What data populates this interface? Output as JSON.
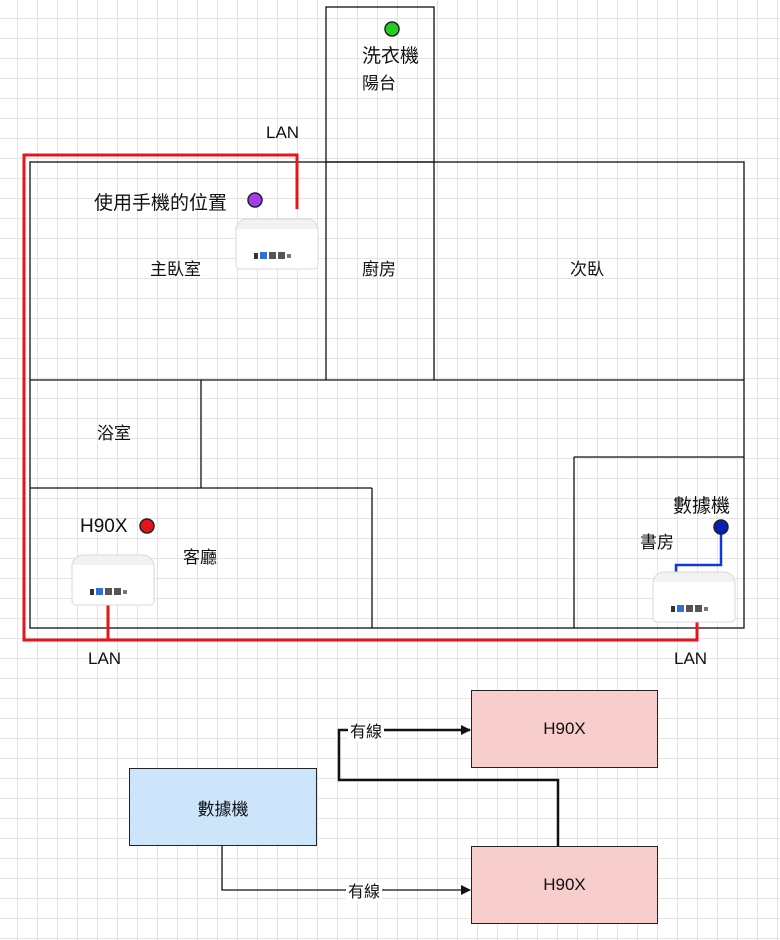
{
  "rooms": {
    "balcony_line1": "洗衣機",
    "balcony_line2": "陽台",
    "master_bedroom": "主臥室",
    "kitchen": "廚房",
    "second_bedroom": "次臥",
    "bathroom": "浴室",
    "living_room": "客廳",
    "study": "書房"
  },
  "markers": {
    "phone_position": "使用手機的位置",
    "main_router": "H90X",
    "modem": "數據機"
  },
  "lan": {
    "top": "LAN",
    "bottom_left": "LAN",
    "bottom_right": "LAN"
  },
  "flow": {
    "modem": "數據機",
    "router_top": "H90X",
    "router_bottom": "H90X",
    "edge_top": "有線",
    "edge_bottom": "有線"
  },
  "colors": {
    "lan_cable": "#e8141b",
    "modem_cable": "#1238d8",
    "washer_dot": "#1fd01f",
    "phone_dot": "#a23ef0",
    "router_dot": "#e5141b",
    "modem_dot": "#0a1fb8",
    "modem_box": "#cce5fb",
    "router_box": "#f8cecc"
  }
}
